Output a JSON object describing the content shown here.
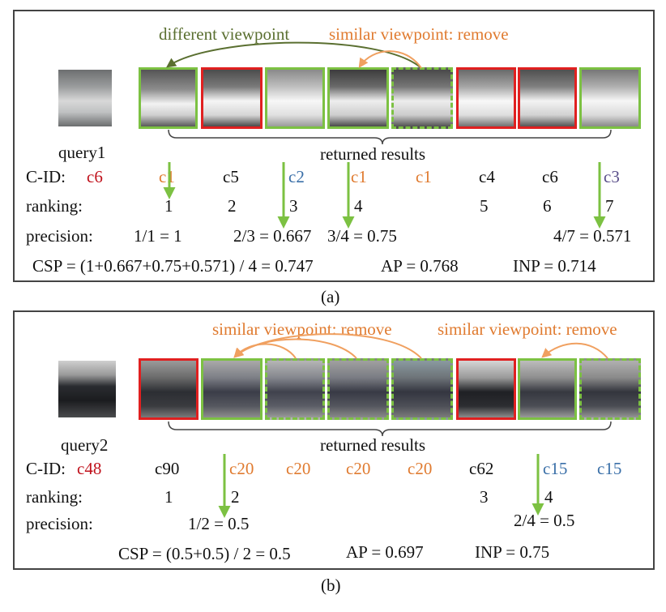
{
  "panel_a": {
    "caption": "(a)",
    "query_label": "query1",
    "annot_different": "different viewpoint",
    "annot_similar": "similar viewpoint: remove",
    "returned": "returned results",
    "cid_label": "C-ID:",
    "ranking_label": "ranking:",
    "precision_label": "precision:",
    "query_cid": "c6",
    "cids": [
      "c1",
      "c5",
      "c2",
      "c1",
      "c1",
      "c4",
      "c6",
      "c3"
    ],
    "ranks": [
      "1",
      "2",
      "3",
      "4",
      "5",
      "6",
      "7"
    ],
    "precisions": [
      "1/1 = 1",
      "2/3 = 0.667",
      "3/4 = 0.75",
      "4/7 = 0.571"
    ],
    "csp": "CSP = (1+0.667+0.75+0.571) / 4 = 0.747",
    "ap": "AP =  0.768",
    "inp": "INP =  0.714"
  },
  "panel_b": {
    "caption": "(b)",
    "query_label": "query2",
    "annot_similar1": "similar viewpoint: remove",
    "annot_similar2": "similar viewpoint: remove",
    "returned": "returned results",
    "cid_label": "C-ID:",
    "ranking_label": "ranking:",
    "precision_label": "precision:",
    "query_cid": "c48",
    "cids": [
      "c90",
      "c20",
      "c20",
      "c20",
      "c20",
      "c62",
      "c15",
      "c15"
    ],
    "ranks": [
      "1",
      "2",
      "3",
      "4"
    ],
    "precisions": [
      "1/2 = 0.5",
      "2/4 = 0.5"
    ],
    "csp": "CSP = (0.5+0.5) / 2 = 0.5",
    "ap": "AP =  0.697",
    "inp": "INP =  0.75"
  },
  "colors": {
    "match": "#7cc142",
    "mismatch": "#e02020",
    "arrow_orange": "#f0a060",
    "arrow_olive": "#5a6f30"
  }
}
